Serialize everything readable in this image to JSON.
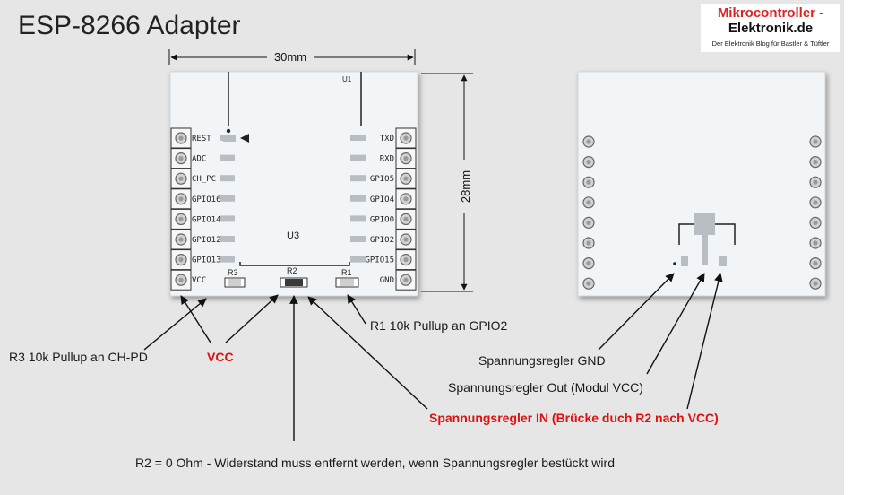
{
  "title": "ESP-8266 Adapter",
  "logo": {
    "line1": "Mikrocontroller -",
    "line2": "Elektronik.de",
    "tagline": "Der Elektronik Blog für Bastler & Tüftler"
  },
  "dimensions": {
    "width": "30mm",
    "height": "28mm"
  },
  "board": {
    "module_label": "U1",
    "ic_label": "U3",
    "left_pins": [
      "REST",
      "ADC",
      "CH_PC",
      "GPIO16",
      "GPIO14",
      "GPIO12",
      "GPIO13",
      "VCC"
    ],
    "right_pins": [
      "TXD",
      "RXD",
      "GPIO5",
      "GPIO4",
      "GPIO0",
      "GPIO2",
      "GPIO15",
      "GND"
    ],
    "resistors": [
      "R3",
      "R2",
      "R1"
    ]
  },
  "annotations": {
    "r3": "R3 10k Pullup an CH-PD",
    "vcc": "VCC",
    "r1": "R1 10k Pullup an GPIO2",
    "r2": "R2 = 0 Ohm - Widerstand muss entfernt werden, wenn Spannungsregler bestückt wird",
    "reg_gnd": "Spannungsregler GND",
    "reg_out": "Spannungsregler Out (Modul VCC)",
    "reg_in": "Spannungsregler IN (Brücke duch R2 nach VCC)"
  },
  "colors": {
    "background": "#e6e6e6",
    "board": "#f2f5f8",
    "accent": "#e01010"
  }
}
